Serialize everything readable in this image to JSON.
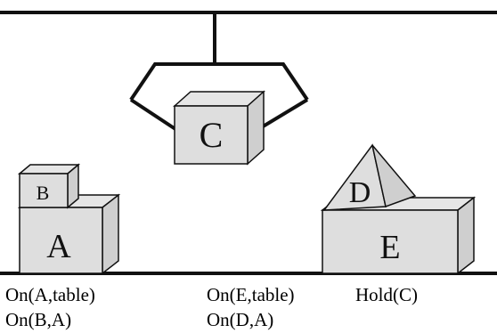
{
  "diagram": {
    "blocks": {
      "A": {
        "label": "A"
      },
      "B": {
        "label": "B"
      },
      "C": {
        "label": "C"
      },
      "D": {
        "label": "D"
      },
      "E": {
        "label": "E"
      }
    },
    "facts_left": [
      "On(A,table)",
      "On(B,A)"
    ],
    "facts_middle": [
      "On(E,table)",
      "On(D,A)"
    ],
    "facts_right": [
      "Hold(C)"
    ],
    "colors": {
      "block_fill": "#dedede",
      "block_side": "#cfcfcf",
      "stroke": "#111111"
    }
  }
}
